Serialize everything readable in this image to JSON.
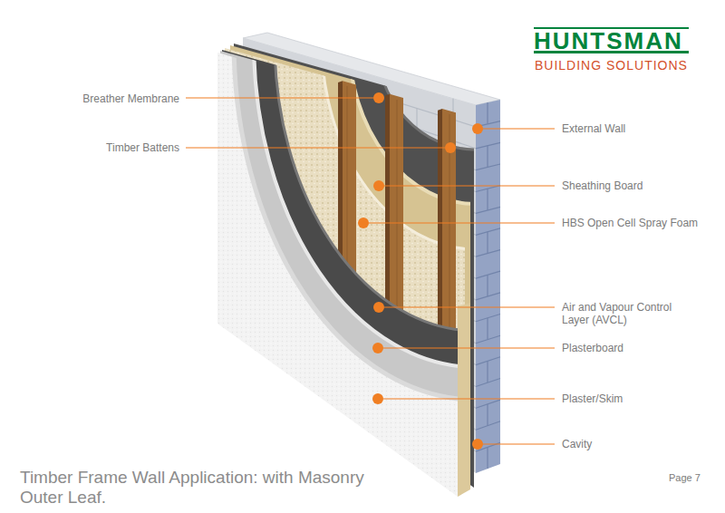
{
  "diagram": {
    "caption": "Timber Frame Wall Application: with Masonry Outer Leaf.",
    "labels": [
      "HUNTSMAN",
      "BUILDING SOLUTIONS",
      "Breather Membrane",
      "Timber Battens",
      "External Wall",
      "Sheathing Board",
      "HBS Open Cell Spray Foam",
      "Air and Vapour Control Layer (AVCL)",
      "Plasterboard",
      "Plaster/Skim",
      "Cavity",
      "Page 7"
    ]
  }
}
